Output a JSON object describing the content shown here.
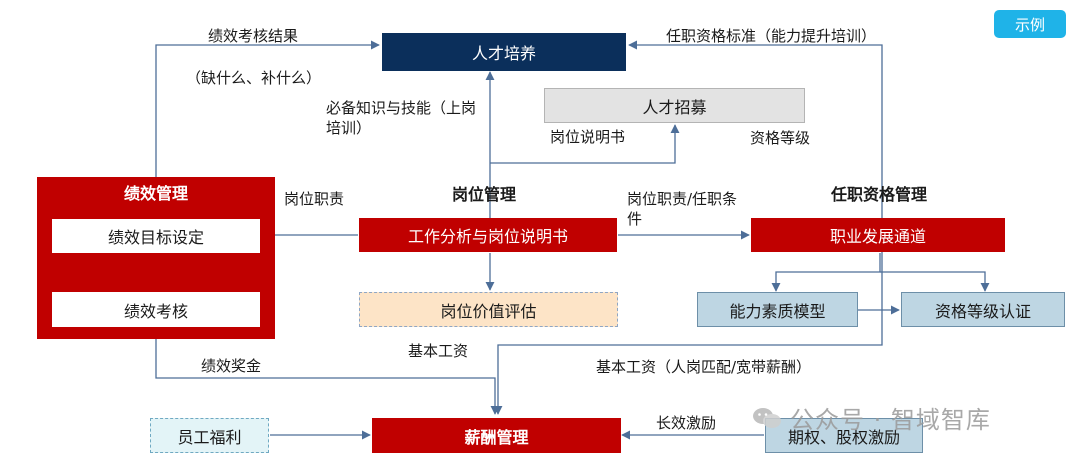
{
  "badge": "示例",
  "colors": {
    "red": "#c00000",
    "navy": "#0b2f5b",
    "gray_box": "#e3e3e3",
    "peach": "#fde4c7",
    "light_blue": "#bed6e3",
    "pale_cyan": "#e3f4f7",
    "badge_bg": "#1fb3e8",
    "line": "#4d6e98"
  },
  "nodes": {
    "talent_training": "人才培养",
    "recruitment": "人才招募",
    "perf_mgmt": "绩效管理",
    "perf_goal": "绩效目标设定",
    "perf_assess": "绩效考核",
    "job_analysis": "工作分析与岗位说明书",
    "job_eval": "岗位价值评估",
    "career_path": "职业发展通道",
    "competency": "能力素质模型",
    "qual_cert": "资格等级认证",
    "comp_mgmt": "薪酬管理",
    "welfare": "员工福利",
    "equity": "期权、股权激励"
  },
  "section_titles": {
    "job_mgmt": "岗位管理",
    "qual_mgmt": "任职资格管理"
  },
  "labels": {
    "perf_result": "绩效考核结果",
    "lack_fill": "（缺什么、补什么）",
    "qual_standard": "任职资格标准（能力提升培训）",
    "knowledge": "必备知识与技能（上岗培训）",
    "job_desc": "岗位说明书",
    "qual_level": "资格等级",
    "job_duty": "岗位职责",
    "duty_cond": "岗位职责/任职条件",
    "base_salary": "基本工资",
    "base_salary_match": "基本工资（人岗匹配/宽带薪酬）",
    "perf_bonus": "绩效奖金",
    "long_incentive": "长效激励"
  },
  "watermark": "公众号 · 智域智库"
}
